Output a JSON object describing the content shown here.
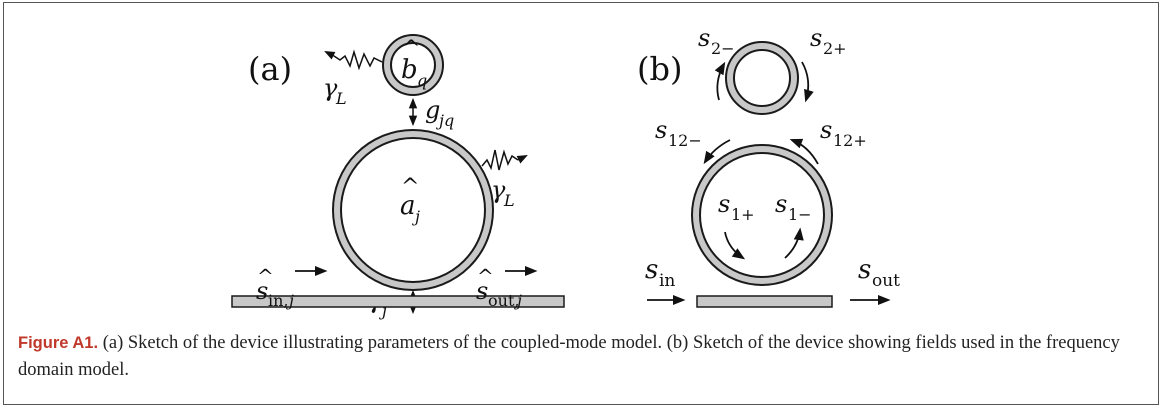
{
  "figure": {
    "panel_a": {
      "label": "(a)",
      "mode_small": {
        "base": "b",
        "sub": "q"
      },
      "mode_large": {
        "base": "a",
        "sub": "j"
      },
      "coupling": {
        "base": "g",
        "sub": "jq"
      },
      "loss_top": {
        "base": "γ",
        "sub": "L"
      },
      "loss_right": {
        "base": "γ",
        "sub": "L"
      },
      "waveguide_coupling": {
        "base": "γ",
        "sub": "j"
      },
      "input": {
        "base": "s",
        "sub": "in,",
        "sub_it": "j"
      },
      "output": {
        "base": "s",
        "sub": "out,",
        "sub_it": "j"
      }
    },
    "panel_b": {
      "label": "(b)",
      "s2_minus": {
        "base": "s",
        "sub": "2−"
      },
      "s2_plus": {
        "base": "s",
        "sub": "2+"
      },
      "s12_minus": {
        "base": "s",
        "sub": "12−"
      },
      "s12_plus": {
        "base": "s",
        "sub": "12+"
      },
      "s1_plus": {
        "base": "s",
        "sub": "1+"
      },
      "s1_minus": {
        "base": "s",
        "sub": "1−"
      },
      "input": {
        "base": "s",
        "sub": "in"
      },
      "output": {
        "base": "s",
        "sub": "out"
      }
    }
  },
  "caption": {
    "label": "Figure A1.",
    "text": " (a) Sketch of the device illustrating parameters of the coupled-mode model. (b) Sketch of the device showing fields used in the frequency domain model."
  },
  "colors": {
    "ring_fill": "#c8c8c8",
    "stroke": "#1a1a1a",
    "caption_label": "#c0392b"
  }
}
